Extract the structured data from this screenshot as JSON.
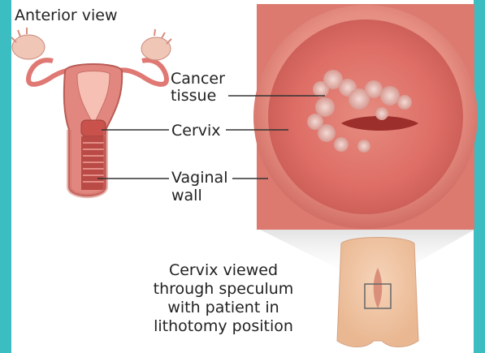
{
  "title": "Anterior view",
  "labels": {
    "cancer_tissue_line1": "Cancer",
    "cancer_tissue_line2": "tissue",
    "cervix": "Cervix",
    "vaginal_wall_line1": "Vaginal",
    "vaginal_wall_line2": "wall"
  },
  "caption": {
    "line1": "Cervix viewed",
    "line2": "through speculum",
    "line3": "with patient in",
    "line4": "lithotomy position"
  },
  "colors": {
    "accent_teal": "#3bbdc2",
    "tissue_pink": "#e8807a",
    "cervix_red": "#c94a45"
  }
}
